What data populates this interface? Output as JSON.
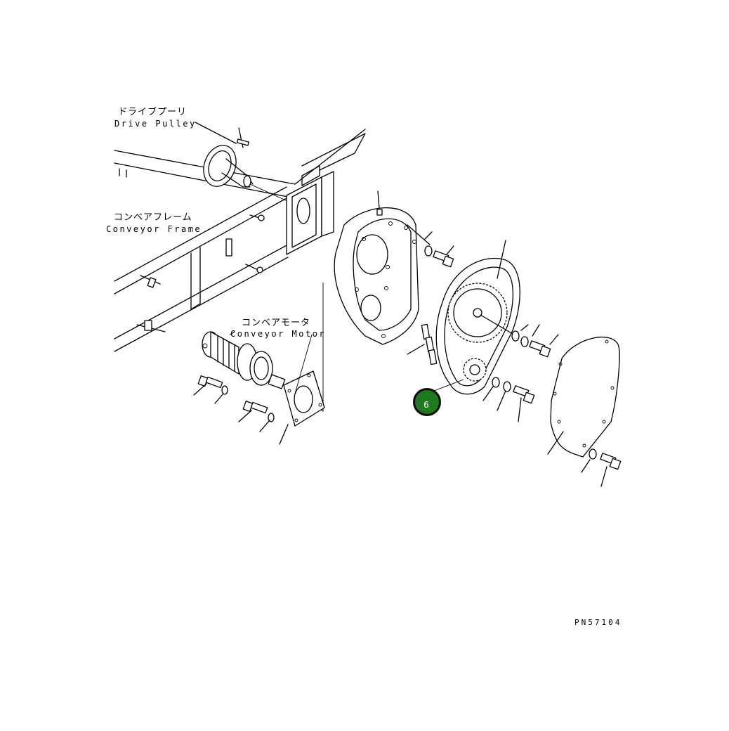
{
  "labels": {
    "drive_pulley_jp": "ドライブプーリ",
    "drive_pulley_en": "Drive Pulley",
    "conveyor_frame_jp": "コンベアフレーム",
    "conveyor_frame_en": "Conveyor Frame",
    "conveyor_motor_jp": "コンベアモータ",
    "conveyor_motor_en": "Conveyor Motor"
  },
  "callout": {
    "number": "6",
    "color": "#1f7a1f"
  },
  "drawing_number": "PN57104",
  "colors": {
    "line": "#000000",
    "background": "#ffffff"
  }
}
